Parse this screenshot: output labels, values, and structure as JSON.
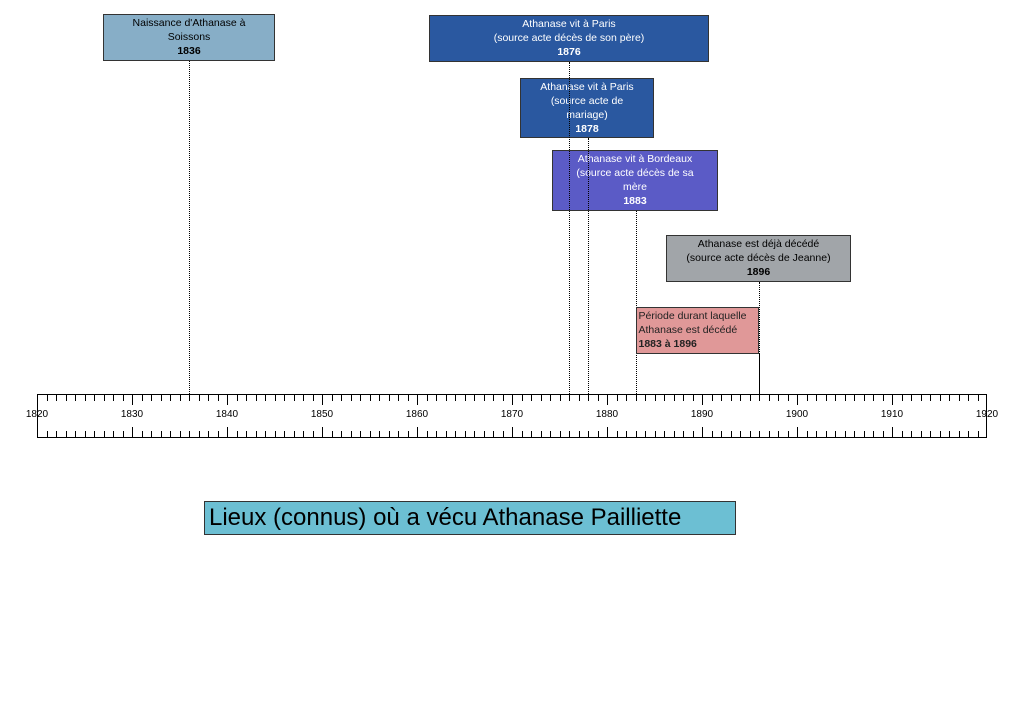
{
  "events": [
    {
      "lines": [
        "Naissance d'Athanase à",
        "Soissons"
      ],
      "year": "1836",
      "color": "#87aec7",
      "text_color": "#000000"
    },
    {
      "lines": [
        "Athanase vit à Paris",
        "(source acte décès de son père)"
      ],
      "year": "1876",
      "color": "#2a58a0",
      "text_color": "#ffffff"
    },
    {
      "lines": [
        "Athanase vit à Paris",
        "(source acte de",
        "mariage)"
      ],
      "year": "1878",
      "color": "#2a58a0",
      "text_color": "#ffffff"
    },
    {
      "lines": [
        "Athanase vit à Bordeaux",
        "(source acte décès de sa",
        "mère"
      ],
      "year": "1883",
      "color": "#5b5bc6",
      "text_color": "#ffffff"
    },
    {
      "lines": [
        "Athanase est déjà décédé",
        "(source acte décès de Jeanne)"
      ],
      "year": "1896",
      "color": "#a1a5a9",
      "text_color": "#000000"
    }
  ],
  "period": {
    "lines": [
      "Période durant laquelle",
      "Athanase est décédé"
    ],
    "range": "1883 à 1896",
    "start": 1883,
    "end": 1896,
    "color": "#e09898"
  },
  "axis": {
    "min": 1820,
    "max": 1920,
    "labels": [
      "1820",
      "1830",
      "1840",
      "1850",
      "1860",
      "1870",
      "1880",
      "1890",
      "1900",
      "1910",
      "1920"
    ]
  },
  "title": "Lieux (connus) où a vécu Athanase Pailliette"
}
